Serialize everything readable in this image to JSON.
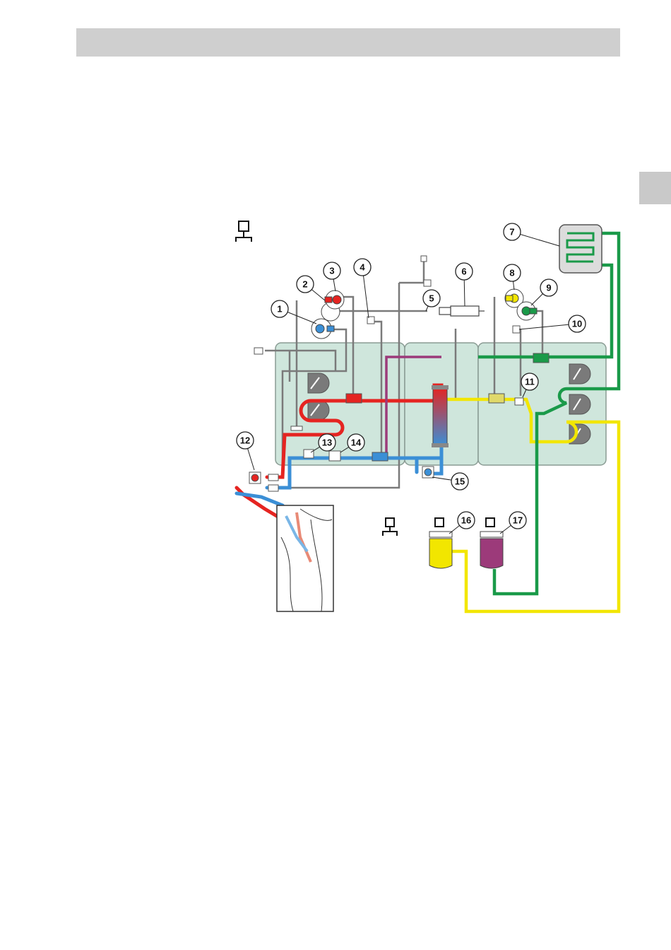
{
  "page": {
    "header_text": "",
    "section_tab_text": ""
  },
  "diagram": {
    "colors": {
      "panel_fill": "#cfe6dc",
      "panel_stroke": "#8a9c94",
      "blood_arterial": "#e52421",
      "blood_venous": "#3b8fd6",
      "dialysate": "#f2e600",
      "filtrate": "#1a9a49",
      "substituate": "#9c3a7a",
      "line_gray": "#7a7a7a"
    },
    "callouts": [
      {
        "n": "1",
        "part": "pressure-sensor-blue"
      },
      {
        "n": "2",
        "part": "pressure-sensor-red"
      },
      {
        "n": "3",
        "part": "pressure-sensor-red-2"
      },
      {
        "n": "4",
        "part": "clamp-connector"
      },
      {
        "n": "5",
        "part": "line-connector"
      },
      {
        "n": "6",
        "part": "heparin-syringe"
      },
      {
        "n": "7",
        "part": "heater-bag"
      },
      {
        "n": "8",
        "part": "pressure-sensor-yellow"
      },
      {
        "n": "9",
        "part": "pressure-sensor-green"
      },
      {
        "n": "10",
        "part": "line-connector-2"
      },
      {
        "n": "11",
        "part": "blood-leak-detector"
      },
      {
        "n": "12",
        "part": "air-detector"
      },
      {
        "n": "13",
        "part": "venous-clamp"
      },
      {
        "n": "14",
        "part": "air-bubble-detector"
      },
      {
        "n": "15",
        "part": "venous-chamber"
      },
      {
        "n": "16",
        "part": "dialysate-bag"
      },
      {
        "n": "17",
        "part": "filtrate-bag"
      }
    ]
  }
}
